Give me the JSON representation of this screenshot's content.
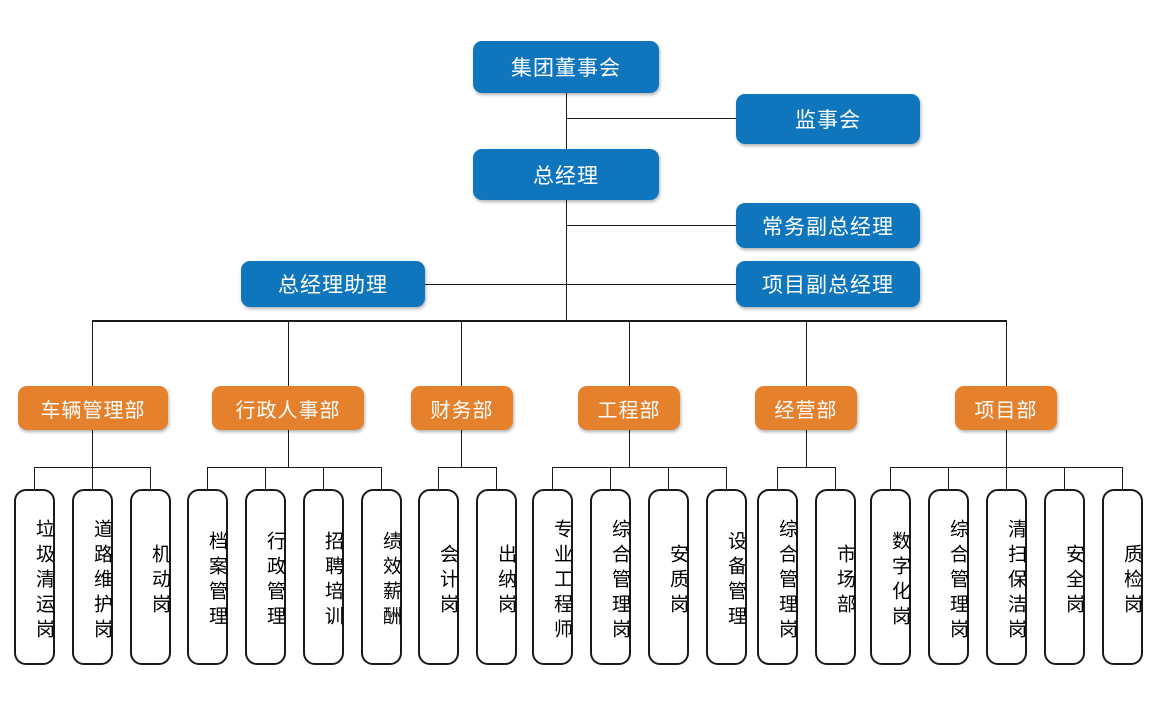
{
  "diagram": {
    "title_nodes": {
      "board": "集团董事会",
      "supervisory": "监事会",
      "general_manager": "总经理",
      "executive_deputy": "常务副总经理",
      "project_deputy": "项目副总经理",
      "gm_assistant": "总经理助理"
    },
    "departments": [
      {
        "id": "vehicle",
        "label": "车辆管理部"
      },
      {
        "id": "admin-hr",
        "label": "行政人事部"
      },
      {
        "id": "finance",
        "label": "财务部"
      },
      {
        "id": "engineering",
        "label": "工程部"
      },
      {
        "id": "operations",
        "label": "经营部"
      },
      {
        "id": "project",
        "label": "项目部"
      }
    ],
    "positions": [
      {
        "id": "p01",
        "label": "垃圾清运岗",
        "dept": "车辆管理部"
      },
      {
        "id": "p02",
        "label": "道路维护岗",
        "dept": "车辆管理部"
      },
      {
        "id": "p03",
        "label": "机动岗",
        "dept": "车辆管理部"
      },
      {
        "id": "p04",
        "label": "档案管理",
        "dept": "行政人事部"
      },
      {
        "id": "p05",
        "label": "行政管理",
        "dept": "行政人事部"
      },
      {
        "id": "p06",
        "label": "招聘培训",
        "dept": "行政人事部"
      },
      {
        "id": "p07",
        "label": "绩效薪酬",
        "dept": "行政人事部"
      },
      {
        "id": "p08",
        "label": "会计岗",
        "dept": "财务部"
      },
      {
        "id": "p09",
        "label": "出纳岗",
        "dept": "财务部"
      },
      {
        "id": "p10",
        "label": "专业工程师",
        "dept": "工程部"
      },
      {
        "id": "p11",
        "label": "综合管理岗",
        "dept": "工程部"
      },
      {
        "id": "p12",
        "label": "安质岗",
        "dept": "工程部"
      },
      {
        "id": "p13",
        "label": "设备管理",
        "dept": "工程部"
      },
      {
        "id": "p14",
        "label": "综合管理岗",
        "dept": "经营部"
      },
      {
        "id": "p15",
        "label": "市场部",
        "dept": "经营部"
      },
      {
        "id": "p16",
        "label": "数字化岗",
        "dept": "项目部"
      },
      {
        "id": "p17",
        "label": "综合管理岗",
        "dept": "项目部"
      },
      {
        "id": "p18",
        "label": "清扫保洁岗",
        "dept": "项目部"
      },
      {
        "id": "p19",
        "label": "安全岗",
        "dept": "项目部"
      },
      {
        "id": "p20",
        "label": "质检岗",
        "dept": "项目部"
      }
    ],
    "colors": {
      "executive_blue": "#0f76bd",
      "department_orange": "#e5812d",
      "leaf_border": "#1a1a1a",
      "line": "#1a1a1a",
      "background": "#ffffff",
      "box_text": "#ffffff",
      "leaf_text": "#000000"
    }
  }
}
